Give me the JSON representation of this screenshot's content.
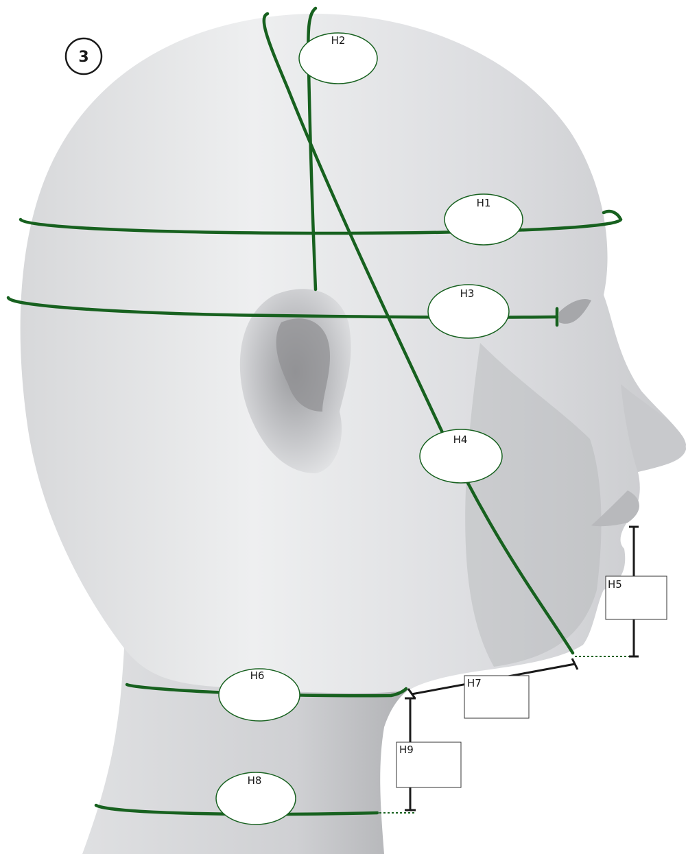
{
  "figure": {
    "badge": "3",
    "colors": {
      "measure_line": "#17611f",
      "bracket": "#1a1a1a",
      "head_fill": "#e4e5e7",
      "head_shadow": "#b9babd",
      "label_border": "#17611f"
    }
  },
  "labels": {
    "h1": "H1",
    "h2": "H2",
    "h3": "H3",
    "h4": "H4",
    "h5": "H5",
    "h6": "H6",
    "h7": "H7",
    "h8": "H8",
    "h9": "H9"
  }
}
